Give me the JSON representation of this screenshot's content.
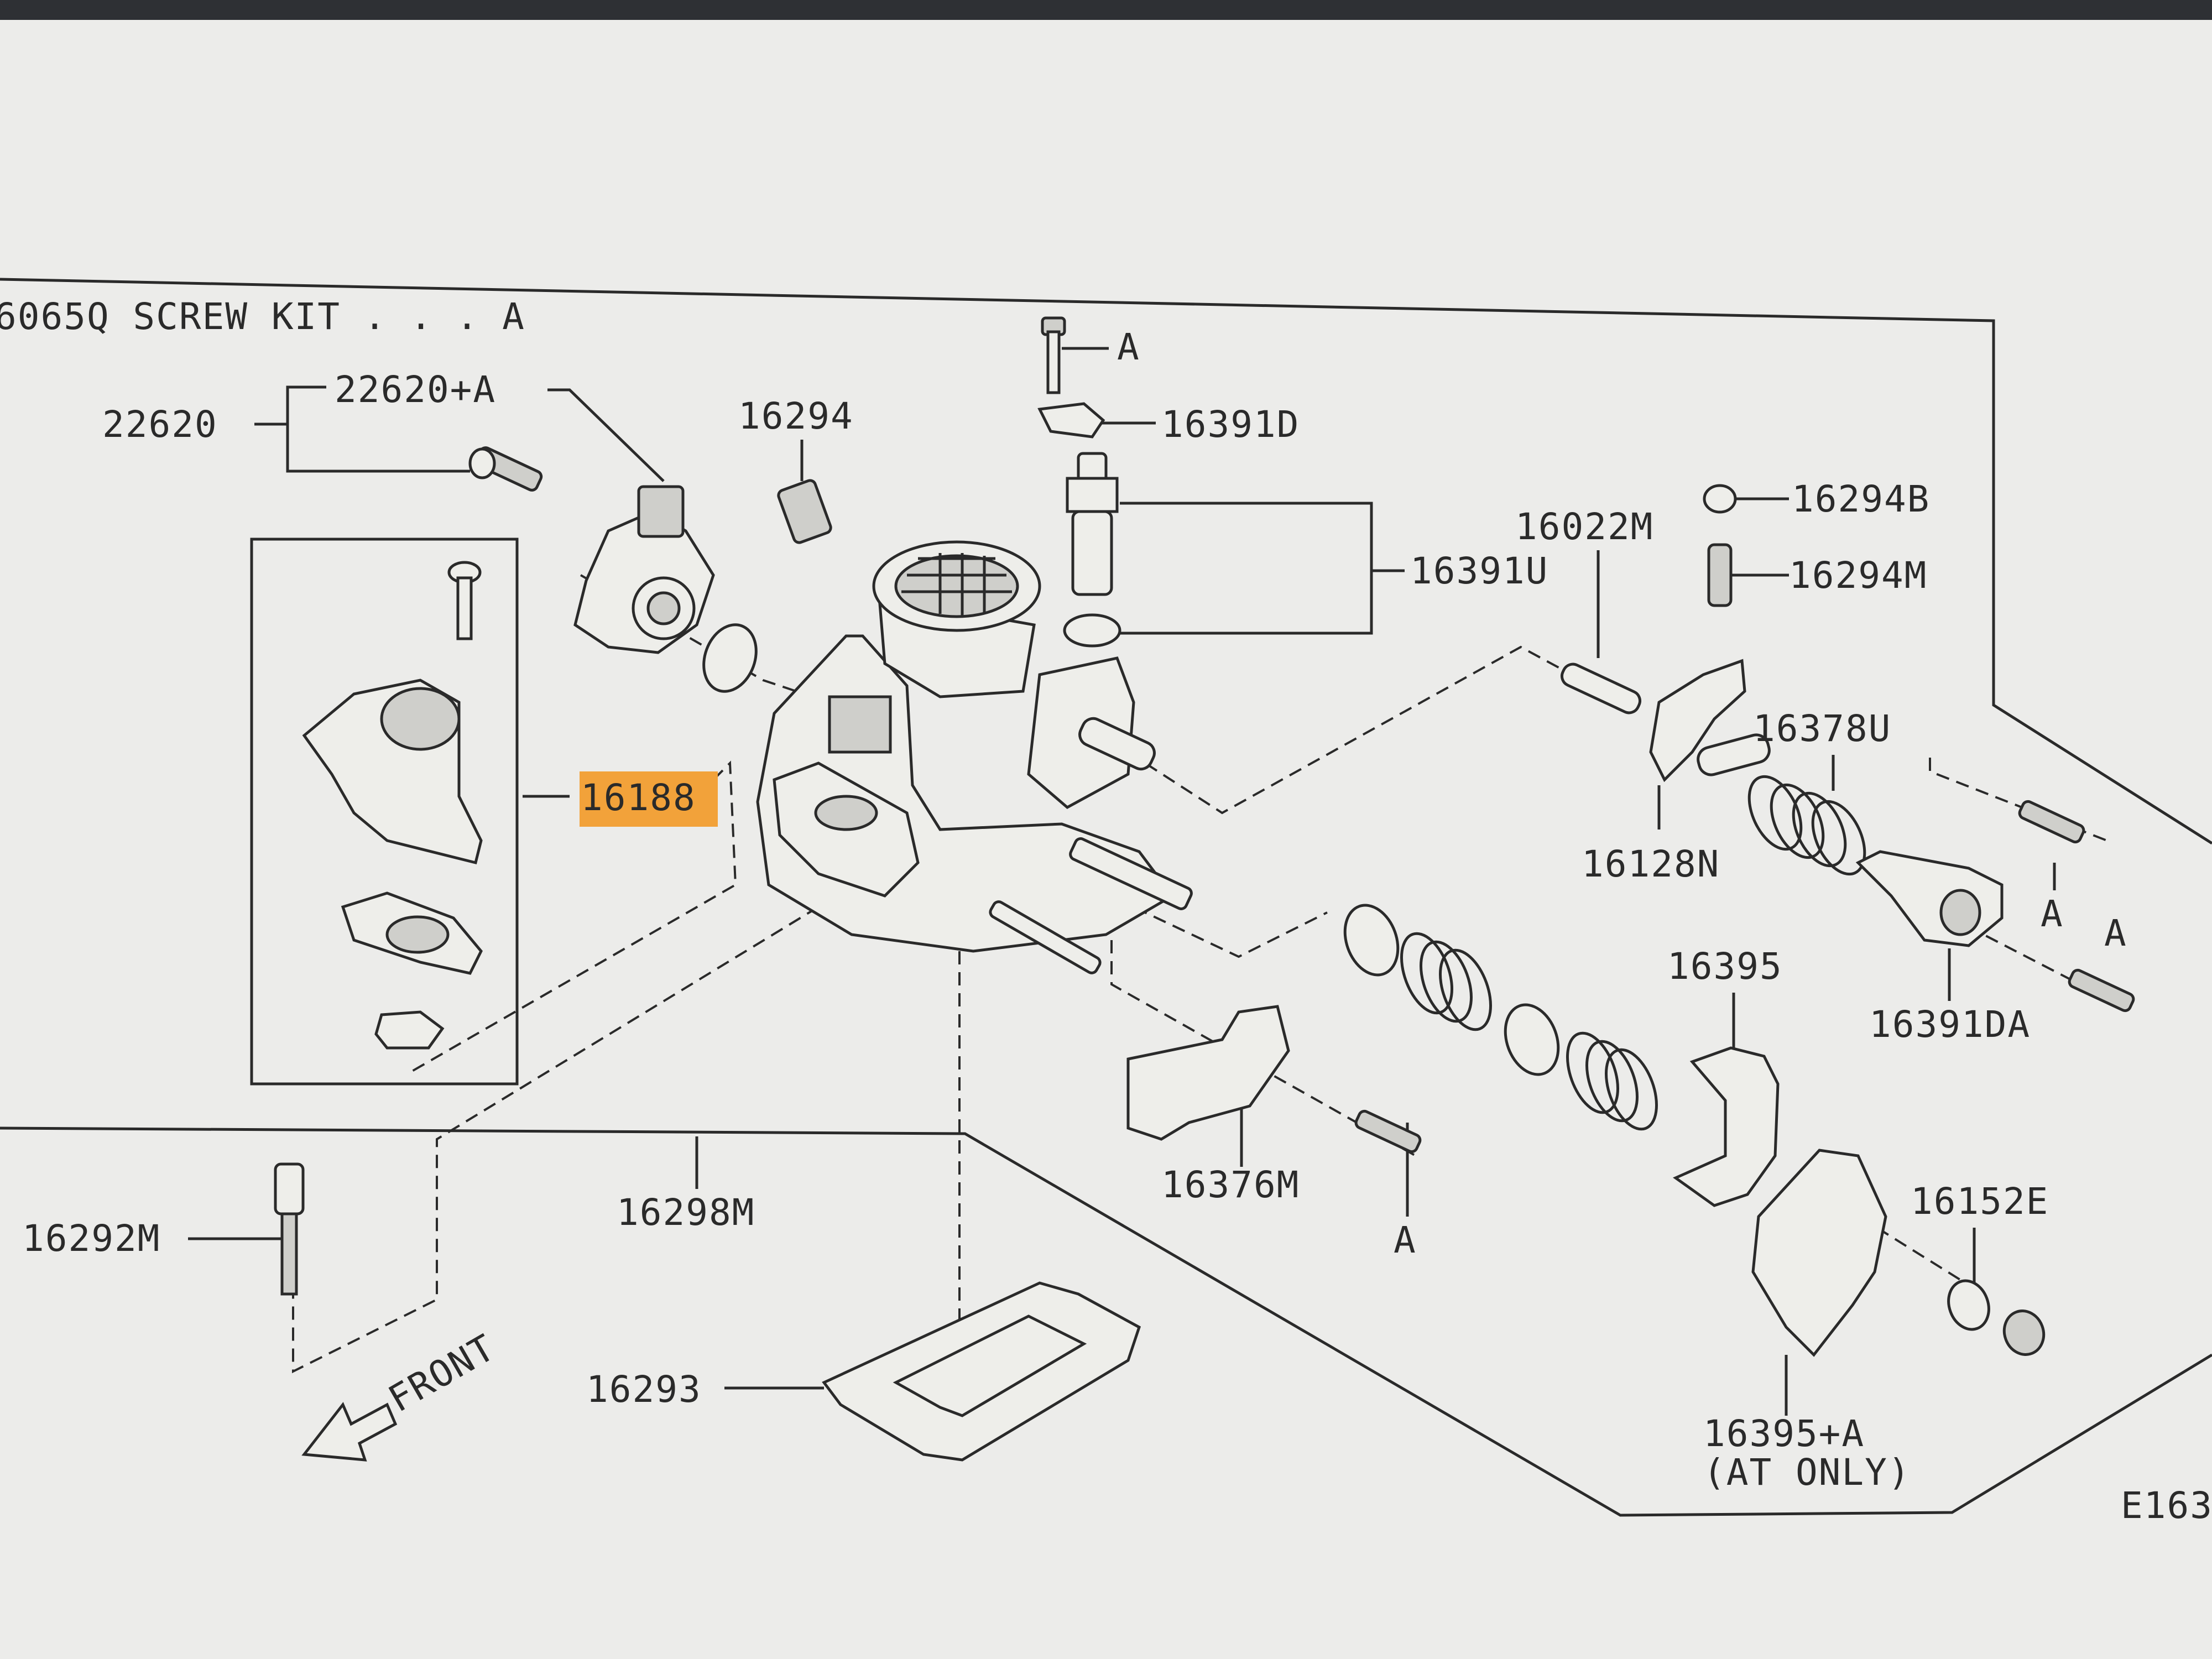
{
  "screen": {
    "bezel_color": "#2e3034",
    "page_color": "#ececea",
    "ink_color": "#2a2a2a",
    "highlight_color": "#f2a23a"
  },
  "diagram": {
    "header_text": "6065Q SCREW KIT . . . A",
    "labels": {
      "p22620": "22620",
      "p22620A": "22620+A",
      "p16294": "16294",
      "p16391D": "16391D",
      "pA_top": "A",
      "p16391U": "16391U",
      "p16022M": "16022M",
      "p16294B": "16294B",
      "p16294M": "16294M",
      "p16188": "16188",
      "p16378U": "16378U",
      "p16128N": "16128N",
      "pA_r1": "A",
      "pA_r2": "A",
      "p16391DA": "16391DA",
      "p16395": "16395",
      "p16376M": "16376M",
      "pA_mid": "A",
      "p16152E": "16152E",
      "p16292M": "16292M",
      "p16298M": "16298M",
      "p16293": "16293",
      "p16395A": "16395+A",
      "at_only": "(AT ONLY)",
      "front": "FRONT",
      "ref": "E163"
    },
    "highlighted_part": "16188"
  }
}
